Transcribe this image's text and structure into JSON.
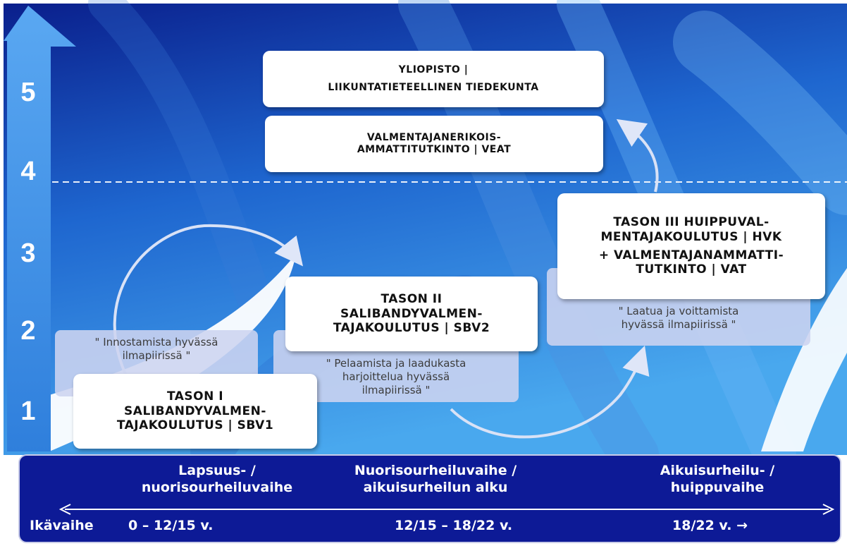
{
  "colors": {
    "background_top": "#0a1f8c",
    "background_bottom": "#3f9fe8",
    "axis_arrow": "#3a8fe8",
    "card_bg": "#ffffff",
    "quote_bg": "#cdd4f0",
    "bottom_band": "#0d1a96"
  },
  "levels": [
    "5",
    "4",
    "3",
    "2",
    "1"
  ],
  "cards": {
    "university": {
      "lines": [
        "YLIOPISTO |",
        "LIIKUNTATIETEELLINEN TIEDEKUNTA"
      ]
    },
    "veat": {
      "lines": [
        "VALMENTAJANERIKOIS-",
        "AMMATTITUTKINTO | VEAT"
      ]
    },
    "level3": {
      "lines": [
        "TASON III HUIPPUVAL-",
        "MENTAJAKOULUTUS | HVK",
        "+ VALMENTAJANAMMATTI-",
        "TUTKINTO | VAT"
      ]
    },
    "level2": {
      "lines": [
        "TASON II",
        "SALIBANDYVALMEN-",
        "TAJAKOULUTUS | SBV2"
      ]
    },
    "level1": {
      "lines": [
        "TASON I",
        "SALIBANDYVALMEN-",
        "TAJAKOULUTUS | SBV1"
      ]
    }
  },
  "quotes": {
    "q1": [
      "\" Innostamista hyvässä",
      "ilmapiirissä \""
    ],
    "q2": [
      "\" Pelaamista ja laadukasta",
      "harjoittelua hyvässä",
      "ilmapiirissä \""
    ],
    "q3": [
      "\" Laatua ja voittamista",
      "hyvässä ilmapiirissä \""
    ]
  },
  "phases": {
    "p1": [
      "Lapsuus- /",
      "nuorisourheiluvaihe"
    ],
    "p2": [
      "Nuorisourheiluvaihe /",
      "aikuisurheilun alku"
    ],
    "p3": [
      "Aikuisurheilu- /",
      "huippuvaihe"
    ]
  },
  "ages": {
    "label": "Ikävaihe",
    "a1": "0 – 12/15 v.",
    "a2": "12/15 – 18/22 v.",
    "a3": "18/22 v. →"
  }
}
